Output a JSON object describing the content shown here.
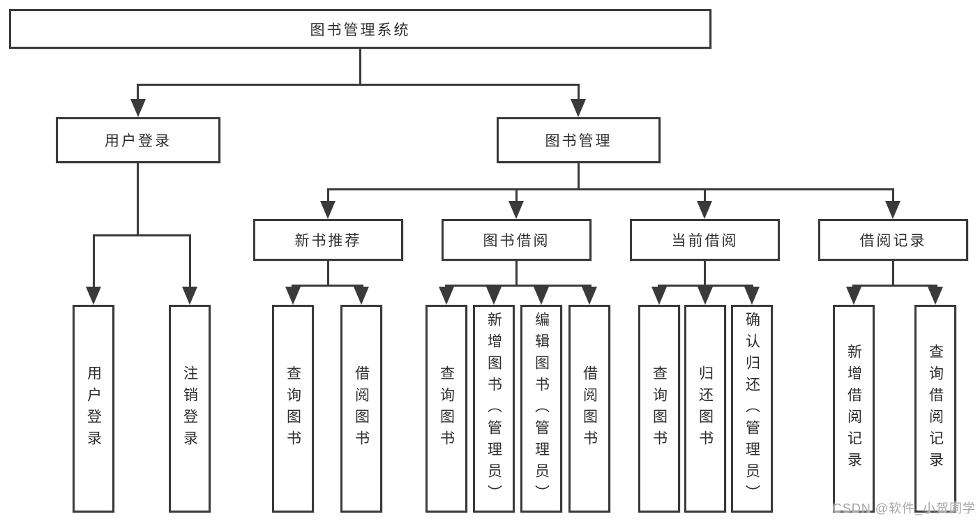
{
  "nodes": {
    "root": {
      "label": "图书管理系统"
    },
    "user_login": {
      "label": "用户登录"
    },
    "book_management": {
      "label": "图书管理"
    },
    "new_books": {
      "label": "新书推荐"
    },
    "book_borrow": {
      "label": "图书借阅"
    },
    "current_borrow": {
      "label": "当前借阅"
    },
    "borrow_records": {
      "label": "借阅记录"
    },
    "login": {
      "label": "用户登录"
    },
    "logout": {
      "label": "注销登录"
    },
    "nb_query": {
      "label": "查询图书"
    },
    "nb_borrow": {
      "label": "借阅图书"
    },
    "bb_query": {
      "label": "查询图书"
    },
    "bb_add": {
      "label": "新增图书（管理员）"
    },
    "bb_edit": {
      "label": "编辑图书（管理员）"
    },
    "bb_borrow": {
      "label": "借阅图书"
    },
    "cb_query": {
      "label": "查询图书"
    },
    "cb_return": {
      "label": "归还图书"
    },
    "cb_confirm": {
      "label": "确认归还（管理员）"
    },
    "br_add": {
      "label": "新增借阅记录"
    },
    "br_query": {
      "label": "查询借阅记录"
    }
  },
  "watermark": {
    "text": "CSDN @软件_小贺同学"
  },
  "colors": {
    "line": "#3a3a3a",
    "text": "#2d2d2d",
    "watermark": "#a6a6a6",
    "background": "#ffffff"
  }
}
